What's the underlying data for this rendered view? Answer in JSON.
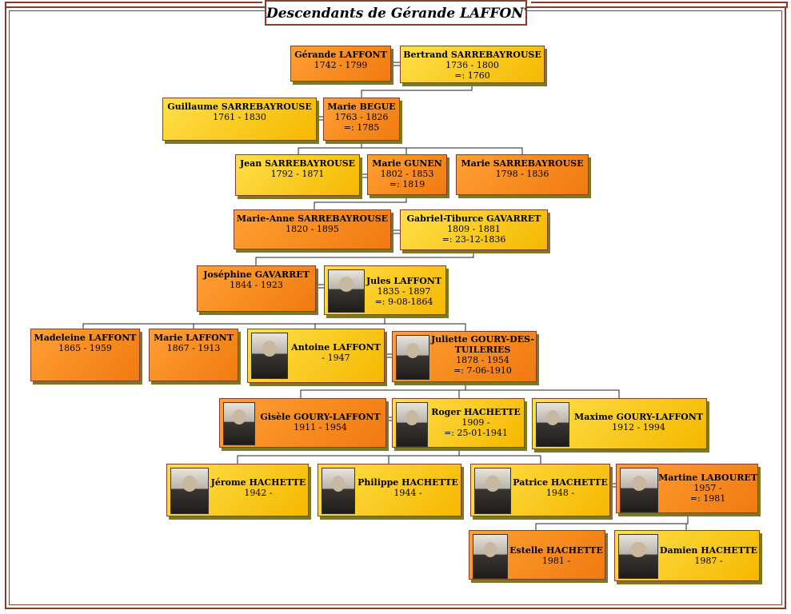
{
  "title": "Descendants de Gérande LAFFONT",
  "people": {
    "gerande": {
      "name": "Gérande LAFFONT",
      "dates": "1742 - 1799"
    },
    "bertrand": {
      "name": "Bertrand SARREBAYROUSE",
      "dates": "1736 - 1800",
      "marriage": "=: 1760"
    },
    "guillaume": {
      "name": "Guillaume SARREBAYROUSE",
      "dates": "1761 - 1830"
    },
    "marie_begue": {
      "name": "Marie BEGUE",
      "dates": "1763 - 1826",
      "marriage": "=: 1785"
    },
    "jean": {
      "name": "Jean SARREBAYROUSE",
      "dates": "1792 - 1871"
    },
    "marie_gunen": {
      "name": "Marie GUNEN",
      "dates": "1802 - 1853",
      "marriage": "=: 1819"
    },
    "marie_sarre": {
      "name": "Marie SARREBAYROUSE",
      "dates": "1798 - 1836"
    },
    "marie_anne": {
      "name": "Marie-Anne SARREBAYROUSE",
      "dates": "1820 - 1895"
    },
    "gabriel": {
      "name": "Gabriel-Tiburce GAVARRET",
      "dates": "1809 - 1881",
      "marriage": "=: 23-12-1836"
    },
    "josephine": {
      "name": "Joséphine GAVARRET",
      "dates": "1844 - 1923"
    },
    "jules": {
      "name": "Jules LAFFONT",
      "dates": "1835 - 1897",
      "marriage": "=: 9-08-1864"
    },
    "madeleine": {
      "name": "Madeleine LAFFONT",
      "dates": "1865 - 1959"
    },
    "marie_laffont": {
      "name": "Marie LAFFONT",
      "dates": "1867 - 1913"
    },
    "antoine": {
      "name": "Antoine LAFFONT",
      "dates": "- 1947"
    },
    "juliette": {
      "name": "Juliette GOURY-DES-",
      "name2": "TUILERIES",
      "dates": "1878 - 1954",
      "marriage": "=: 7-06-1910"
    },
    "gisele": {
      "name": "Gisèle GOURY-LAFFONT",
      "dates": "1911 - 1954"
    },
    "roger": {
      "name": "Roger HACHETTE",
      "dates": "1909 -",
      "marriage": "=: 25-01-1941"
    },
    "maxime": {
      "name": "Maxime GOURY-LAFFONT",
      "dates": "1912 - 1994"
    },
    "jerome": {
      "name": "Jérome HACHETTE",
      "dates": "1942 -"
    },
    "philippe": {
      "name": "Philippe HACHETTE",
      "dates": "1944 -"
    },
    "patrice": {
      "name": "Patrice HACHETTE",
      "dates": "1948 -"
    },
    "martine": {
      "name": "Martine LABOURET",
      "dates": "1957 -",
      "marriage": "=: 1981"
    },
    "estelle": {
      "name": "Estelle HACHETTE",
      "dates": "1981 -"
    },
    "damien": {
      "name": "Damien HACHETTE",
      "dates": "1987 -"
    }
  },
  "colors": {
    "female_box": "#f5901e",
    "male_box": "#ffd21e",
    "border": "#8a3a28",
    "shadow": "#7a7a22"
  }
}
